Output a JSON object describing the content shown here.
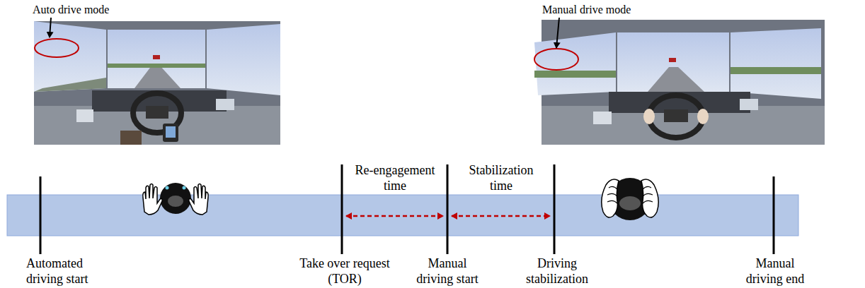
{
  "diagram": {
    "labels": [
      "Auto drive mode",
      "Manual drive mode",
      "Re-engagement time",
      "Stabilization time",
      "Automated driving start",
      "Take over request (TOR)",
      "Manual driving start",
      "Driving stabilization",
      "Manual driving end"
    ]
  }
}
